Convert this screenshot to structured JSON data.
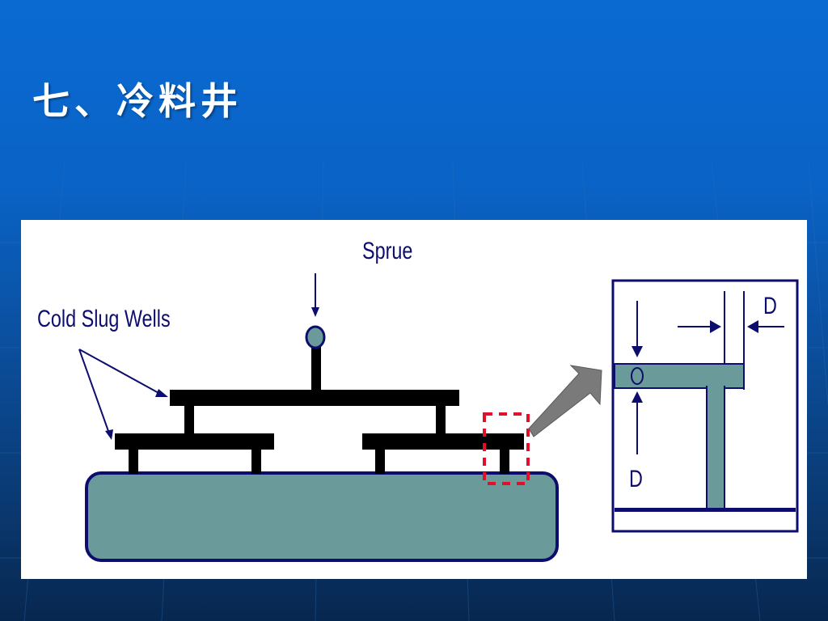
{
  "slide": {
    "title": "七、冷料井"
  },
  "diagram": {
    "labels": {
      "sprue": "Sprue",
      "cold_slug_wells": "Cold Slug Wells",
      "diameter_top": "D",
      "diameter_bottom": "D"
    },
    "colors": {
      "plastic_fill": "#6b9a9a",
      "outline": "#0d0d6e",
      "runner": "#000000",
      "highlight_box": "#e0102a",
      "pointer_arrow": "#7a7a7a"
    }
  }
}
